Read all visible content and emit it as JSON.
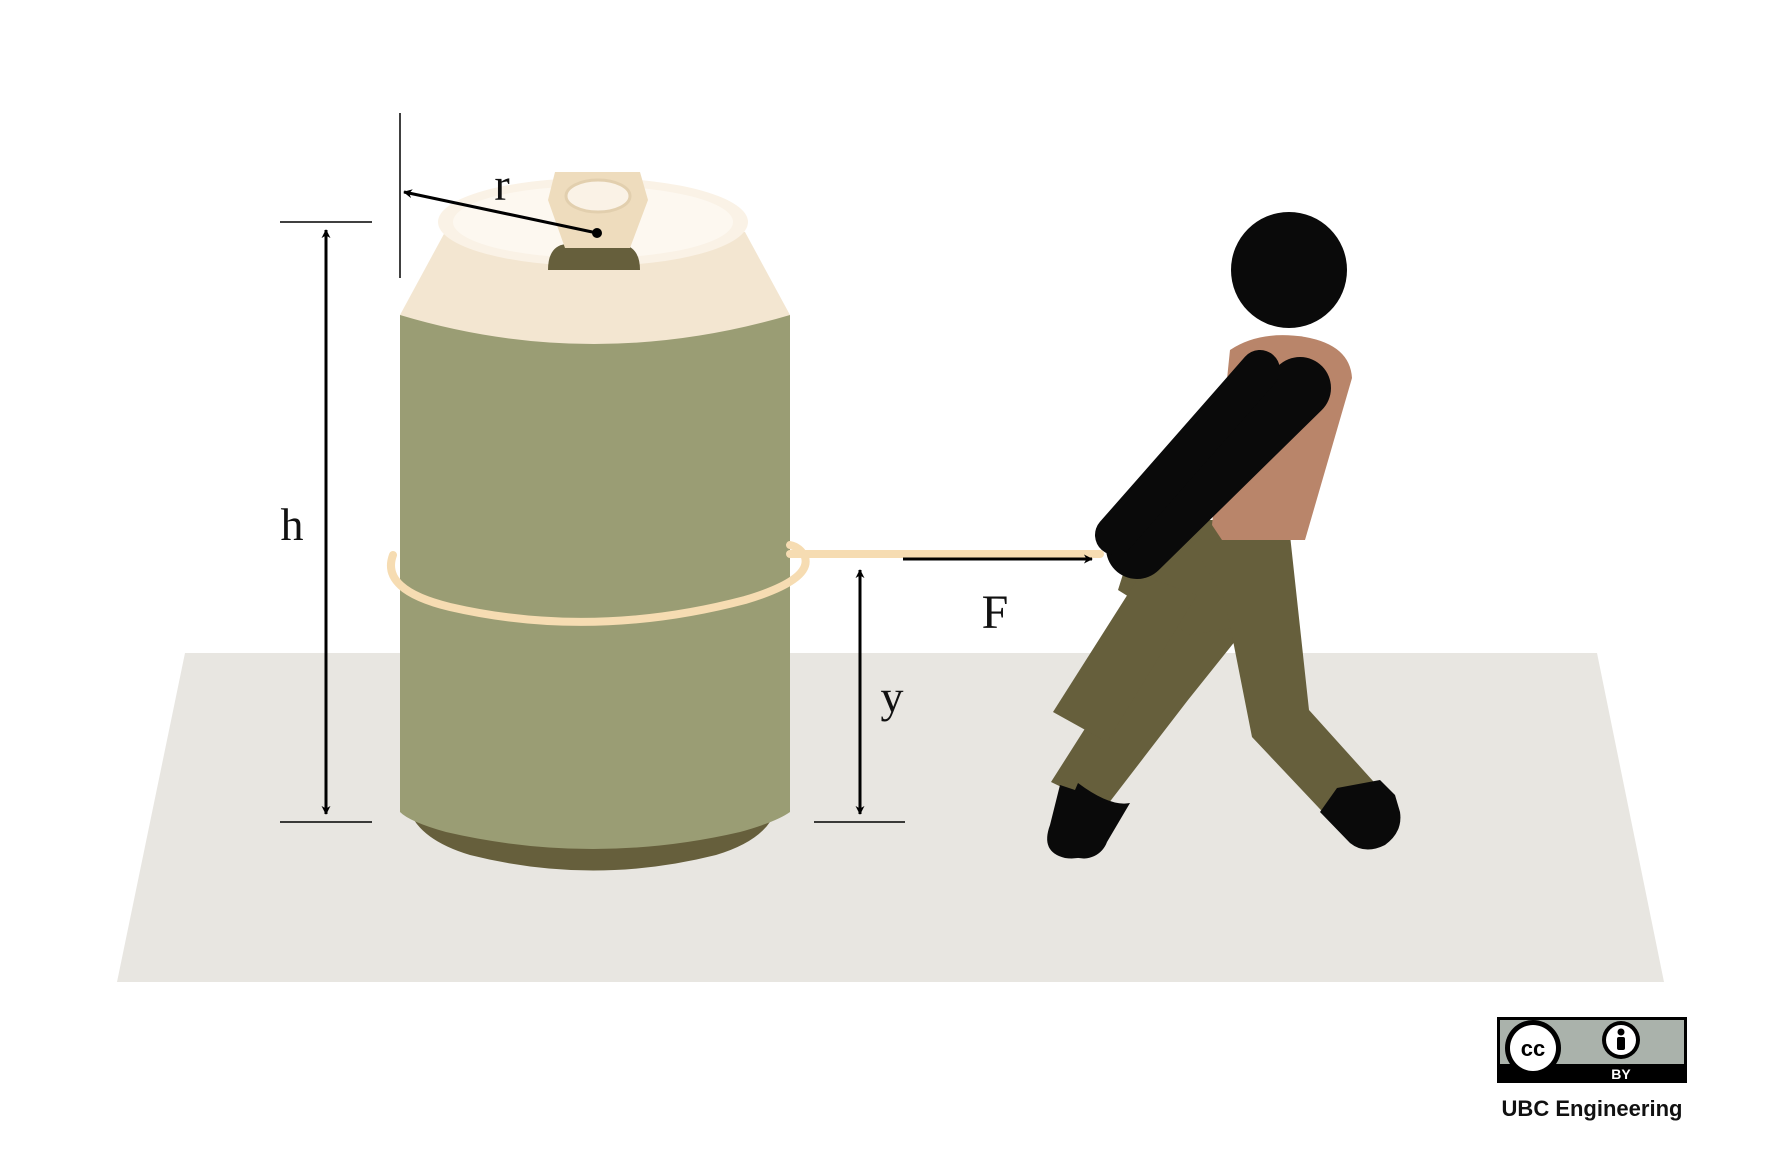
{
  "diagram": {
    "labels": {
      "radius": "r",
      "height": "h",
      "force": "F",
      "rope_height": "y"
    }
  },
  "license": {
    "cc": "cc",
    "by": "BY"
  },
  "credit": "UBC Engineering",
  "colors": {
    "floor": "#e8e6e1",
    "can_body": "#9a9d74",
    "can_dark": "#665f3c",
    "can_top": "#f3e6d1",
    "rope": "#f6dcb2",
    "person": "#0a0a0a",
    "shirt": "#b9856a",
    "pants": "#665f3c",
    "badge_grey": "#aab2ab"
  }
}
